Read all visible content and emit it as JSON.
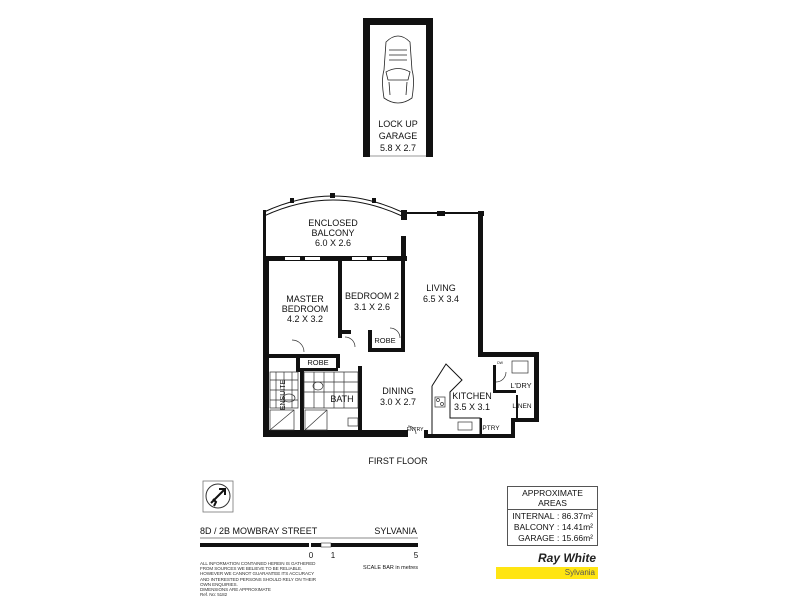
{
  "garage": {
    "title_line1": "LOCK UP",
    "title_line2": "GARAGE",
    "size": "5.8 X 2.7"
  },
  "rooms": {
    "balcony": {
      "line1": "ENCLOSED",
      "line2": "BALCONY",
      "size": "6.0 X 2.6"
    },
    "master": {
      "line1": "MASTER",
      "line2": "BEDROOM",
      "size": "4.2 X 3.2"
    },
    "bedroom2": {
      "line1": "BEDROOM 2",
      "size": "3.1 X 2.6"
    },
    "living": {
      "line1": "LIVING",
      "size": "6.5 X 3.4"
    },
    "dining": {
      "line1": "DINING",
      "size": "3.0 X 2.7"
    },
    "kitchen": {
      "line1": "KITCHEN",
      "size": "3.5 X 3.1"
    },
    "robe": "ROBE",
    "ensuite": "ENSUITE",
    "bath": "BATH",
    "laundry": "L'DRY",
    "linen": "LINEN",
    "pantry": "PTRY",
    "entry": "ENTRY",
    "dw": "DW"
  },
  "floor_label": "FIRST FLOOR",
  "address": {
    "street": "8D / 2B MOWBRAY STREET",
    "suburb": "SYLVANIA"
  },
  "scale": {
    "ticks": [
      "0",
      "1",
      "5"
    ],
    "label": "SCALE BAR in metres"
  },
  "disclaimer": [
    "ALL INFORMATION CONTAINED HEREIN IS GATHERED",
    "FROM SOURCES WE BELIEVE TO BE RELIABLE.",
    "HOWEVER WE CANNOT GUARANTEE ITS ACCURACY",
    "AND INTERESTED PERSONS SHOULD RELY ON THEIR",
    "OWN ENQUIRIES.",
    "DIMENSIONS ARE APPROXIMATE",
    "Ref. No: 5182"
  ],
  "areas": {
    "title": "APPROXIMATE AREAS",
    "rows": [
      {
        "label": "INTERNAL",
        "value": "86.37m²"
      },
      {
        "label": "BALCONY",
        "value": "14.41m²"
      },
      {
        "label": "GARAGE",
        "value": "15.66m²"
      }
    ]
  },
  "brand": {
    "name": "Ray White",
    "office": "Sylvania",
    "accent": "#ffe512"
  },
  "icons": {
    "compass": "north-arrow-icon",
    "car": "car-icon"
  }
}
